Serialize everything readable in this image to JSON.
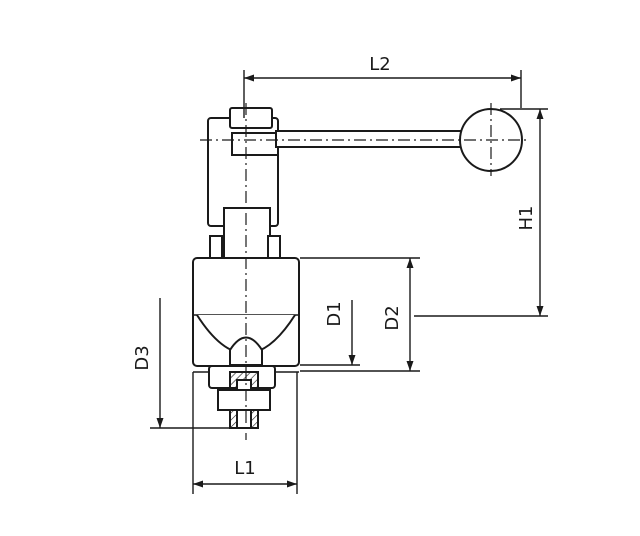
{
  "drawing": {
    "labels": {
      "L2": "L2",
      "H1": "H1",
      "D1": "D1",
      "D2": "D2",
      "D3": "D3",
      "L1": "L1"
    }
  }
}
